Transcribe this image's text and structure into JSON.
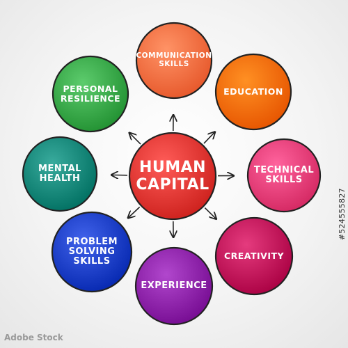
{
  "center": {
    "label_line1": "HUMAN",
    "label_line2": "CAPITAL",
    "color": "#e53935"
  },
  "outline_color": "#222222",
  "arrow_color": "#222222",
  "nodes": [
    {
      "name": "communication-skills",
      "lines": [
        "COMMUNICATION",
        "SKILLS"
      ],
      "color": "#ff7043"
    },
    {
      "name": "education",
      "lines": [
        "EDUCATION"
      ],
      "color": "#ff6d00"
    },
    {
      "name": "technical-skills",
      "lines": [
        "TECHNICAL",
        "SKILLS"
      ],
      "color": "#ec407a"
    },
    {
      "name": "creativity",
      "lines": [
        "CREATIVITY"
      ],
      "color": "#c2185b"
    },
    {
      "name": "experience",
      "lines": [
        "EXPERIENCE"
      ],
      "color": "#8e24aa"
    },
    {
      "name": "problem-solving-skills",
      "lines": [
        "PROBLEM",
        "SOLVING",
        "SKILLS"
      ],
      "color": "#1e40c8"
    },
    {
      "name": "mental-health",
      "lines": [
        "MENTAL",
        "HEALTH"
      ],
      "color": "#16887a"
    },
    {
      "name": "personal-resilience",
      "lines": [
        "PERSONAL",
        "RESILIENCE"
      ],
      "color": "#3aa94a"
    }
  ],
  "watermark": {
    "id_text": "#524555827",
    "brand_text": "Adobe Stock"
  }
}
